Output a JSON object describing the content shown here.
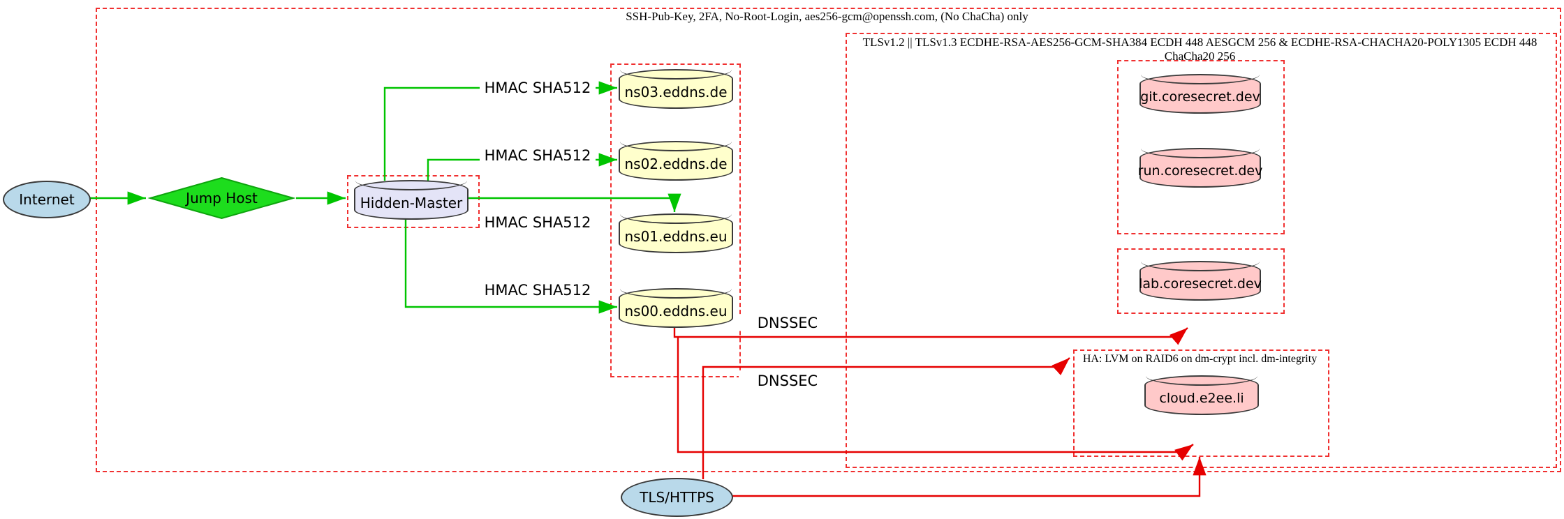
{
  "clusters": {
    "ssh": {
      "label": "SSH-Pub-Key, 2FA, No-Root-Login, aes256-gcm@openssh.com, (No ChaCha) only"
    },
    "tls": {
      "label": "TLSv1.2 || TLSv1.3 ECDHE-RSA-AES256-GCM-SHA384 ECDH 448 AESGCM 256 & ECDHE-RSA-CHACHA20-POLY1305 ECDH 448 ChaCha20 256"
    },
    "ha": {
      "label": "HA: LVM on RAID6 on dm-crypt incl. dm-integrity"
    }
  },
  "nodes": {
    "internet": "Internet",
    "jump_host": "Jump Host",
    "hidden_master": "Hidden-Master",
    "ns03": "ns03.eddns.de",
    "ns02": "ns02.eddns.de",
    "ns01": "ns01.eddns.eu",
    "ns00": "ns00.eddns.eu",
    "git": "git.coresecret.dev",
    "run": "run.coresecret.dev",
    "lab": "lab.coresecret.dev",
    "cloud": "cloud.e2ee.li",
    "tls_https": "TLS/HTTPS"
  },
  "edge_labels": {
    "hmac": "HMAC SHA512",
    "dnssec": "DNSSEC"
  },
  "edges": [
    {
      "from": "Internet",
      "to": "Jump Host",
      "color": "green"
    },
    {
      "from": "Jump Host",
      "to": "Hidden-Master",
      "color": "green"
    },
    {
      "from": "Hidden-Master",
      "to": "ns03.eddns.de",
      "label": "HMAC SHA512",
      "color": "green"
    },
    {
      "from": "Hidden-Master",
      "to": "ns02.eddns.de",
      "label": "HMAC SHA512",
      "color": "green"
    },
    {
      "from": "Hidden-Master",
      "to": "ns01.eddns.eu",
      "label": "HMAC SHA512",
      "color": "green"
    },
    {
      "from": "Hidden-Master",
      "to": "ns00.eddns.eu",
      "label": "HMAC SHA512",
      "color": "green"
    },
    {
      "from": "eddns-cluster",
      "to": "tls-cluster",
      "label": "DNSSEC",
      "color": "red"
    },
    {
      "from": "eddns-cluster",
      "to": "ha-cluster",
      "label": "DNSSEC",
      "color": "red"
    },
    {
      "from": "TLS/HTTPS",
      "to": "tls-cluster",
      "color": "red"
    },
    {
      "from": "TLS/HTTPS",
      "to": "ha-cluster",
      "color": "red"
    }
  ],
  "colors": {
    "cluster_border": "#f03030",
    "red_edge": "#e60000",
    "green_edge": "#00c400",
    "diamond_fill": "#1ddd1d",
    "diamond_border": "#0da40d",
    "fill_endpoint": "#b9d9ea",
    "fill_dns": "#ffffcc",
    "fill_master": "#e4e4f7",
    "fill_web": "#ffc9c9",
    "node_border": "#3a3a3a"
  }
}
